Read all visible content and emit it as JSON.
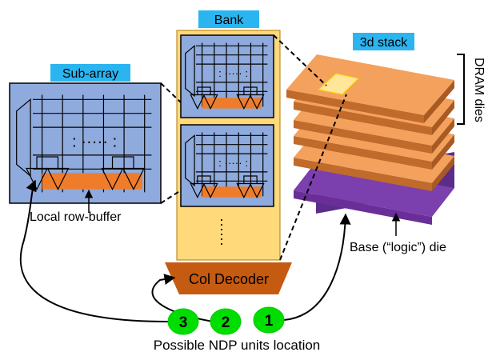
{
  "labels": {
    "bank": "Bank",
    "stack": "3d stack",
    "subarray": "Sub-array",
    "dram_dies": "DRAM dies",
    "local_row_buffer": "Local row-buffer",
    "base_die": "Base (“logic”) die",
    "col_decoder": "Col Decoder",
    "ndp_location": "Possible NDP units location"
  },
  "ndp_units": [
    {
      "number": "3"
    },
    {
      "number": "2"
    },
    {
      "number": "1"
    }
  ],
  "colors": {
    "title_box": "#2bb5f0",
    "subarray_fill": "#8faadc",
    "bank_fill": "#ffd97a",
    "orange": "#f4a15d",
    "row_buffer": "#ef7c2a",
    "decoder": "#c55a11",
    "base_die": "#7030a0",
    "highlight": "#ffe699",
    "ndp_green": "#00dd00"
  }
}
